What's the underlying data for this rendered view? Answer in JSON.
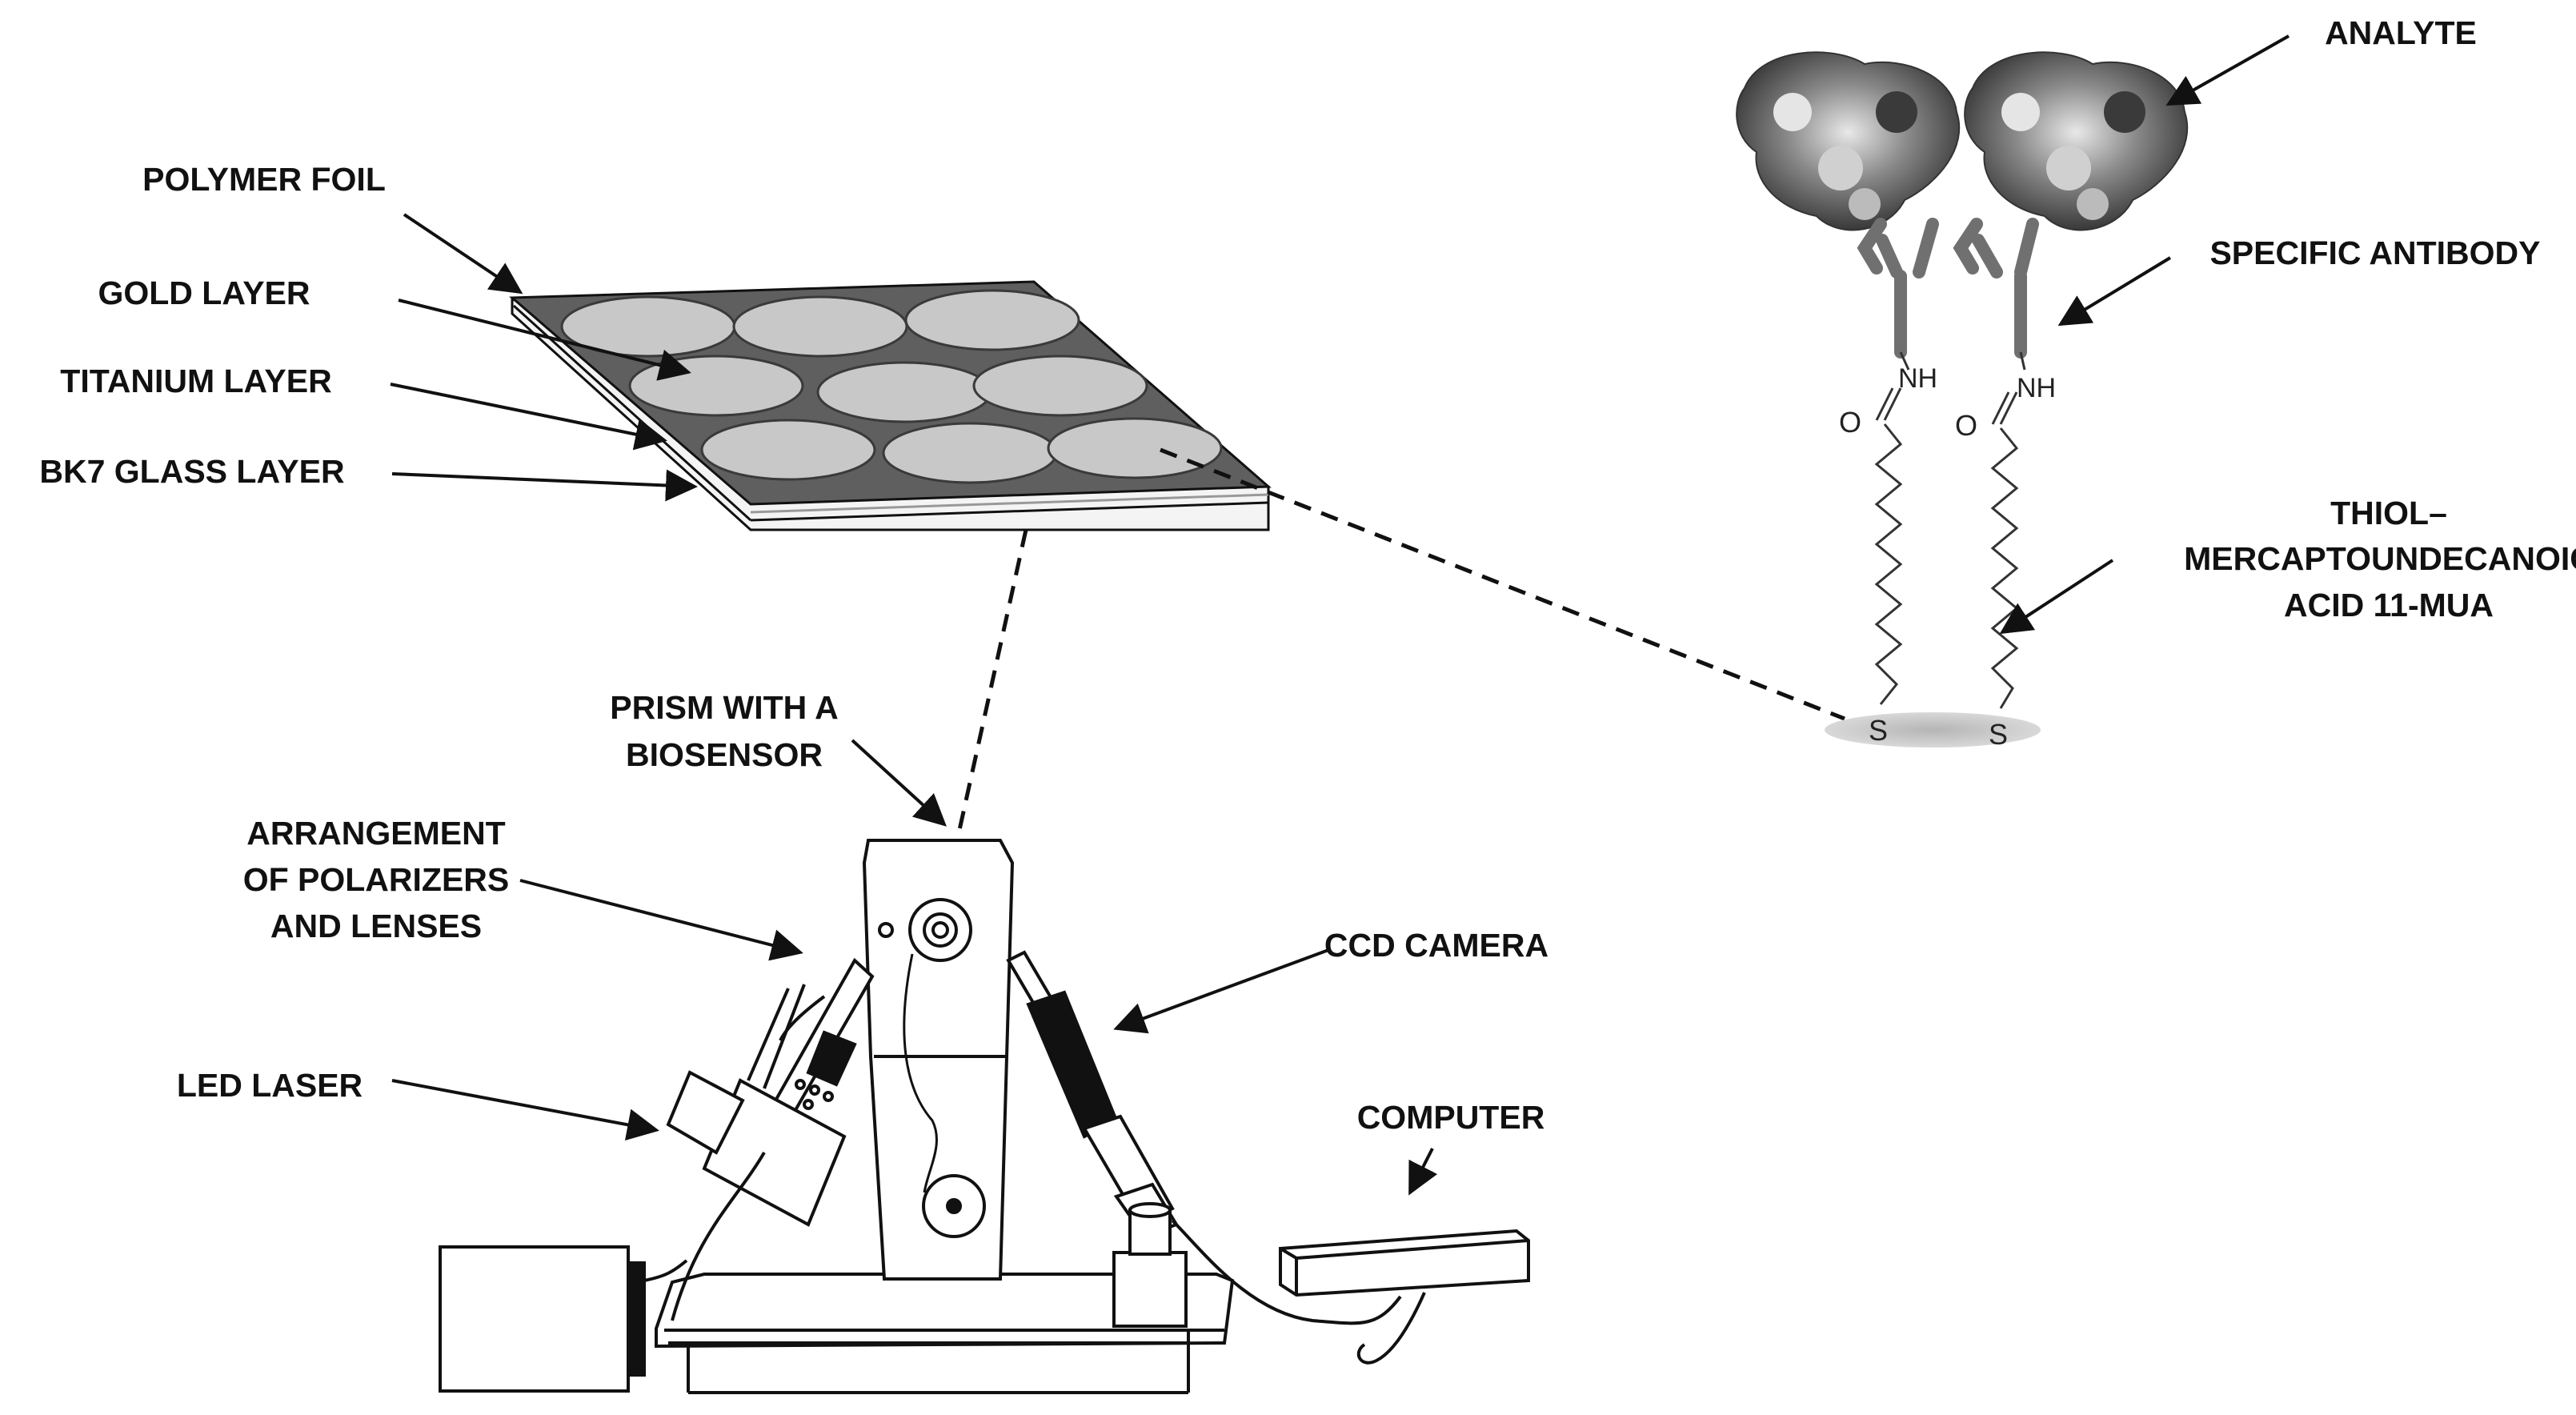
{
  "labels": {
    "polymer_foil": "POLYMER FOIL",
    "gold_layer": "GOLD LAYER",
    "titanium_layer": "TITANIUM LAYER",
    "bk7_glass_layer": "BK7 GLASS LAYER",
    "prism": [
      "PRISM WITH A",
      "BIOSENSOR"
    ],
    "polarizers": [
      "ARRANGEMENT",
      "OF POLARIZERS",
      "AND LENSES"
    ],
    "led_laser": "LED LASER",
    "ccd_camera": "CCD CAMERA",
    "computer": "COMPUTER",
    "analyte": "ANALYTE",
    "antibody": "SPECIFIC ANTIBODY",
    "thiol": [
      "THIOL–",
      "MERCAPTOUNDECANOIC",
      "ACID 11-MUA"
    ]
  },
  "chem": {
    "nh": "NH",
    "o": "O",
    "s": "S"
  },
  "colors": {
    "foil_dark": "#5f5f5f",
    "spot_light": "#c8c8c8",
    "antibody": "#707070",
    "line": "#111111"
  }
}
